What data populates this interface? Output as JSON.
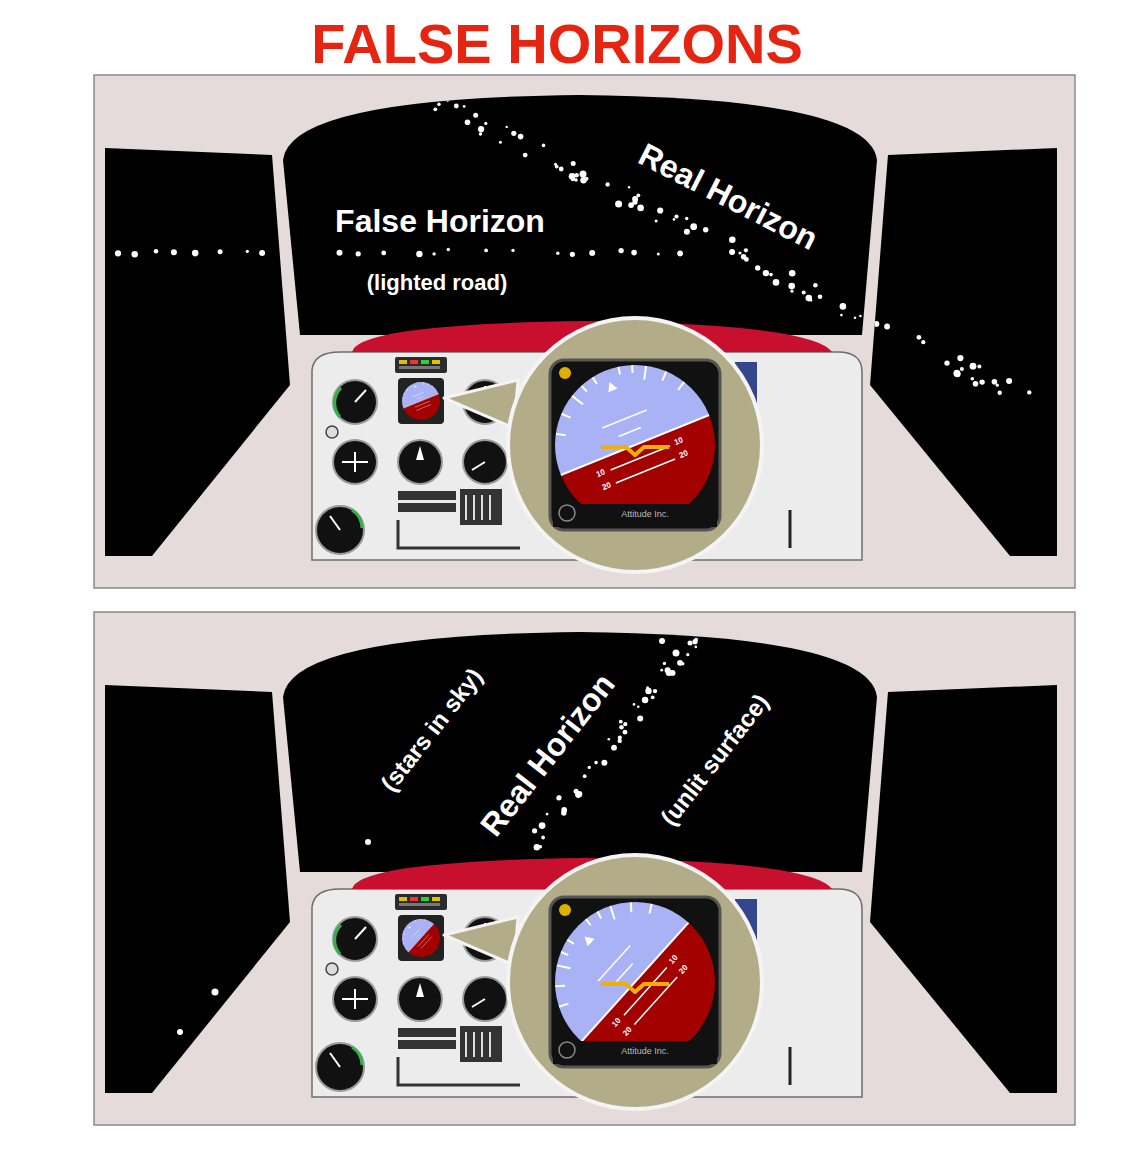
{
  "diagram": {
    "title": "FALSE HORIZONS",
    "labels": [
      "False Horizon",
      "(lighted road)",
      "Real Horizon",
      "20",
      "10",
      "10",
      "20",
      "Attitude Inc.",
      "(stars in sky)",
      "Real Horizon",
      "(unlit surface)",
      "20",
      "10",
      "10",
      "20",
      "Attitude Inc."
    ]
  }
}
